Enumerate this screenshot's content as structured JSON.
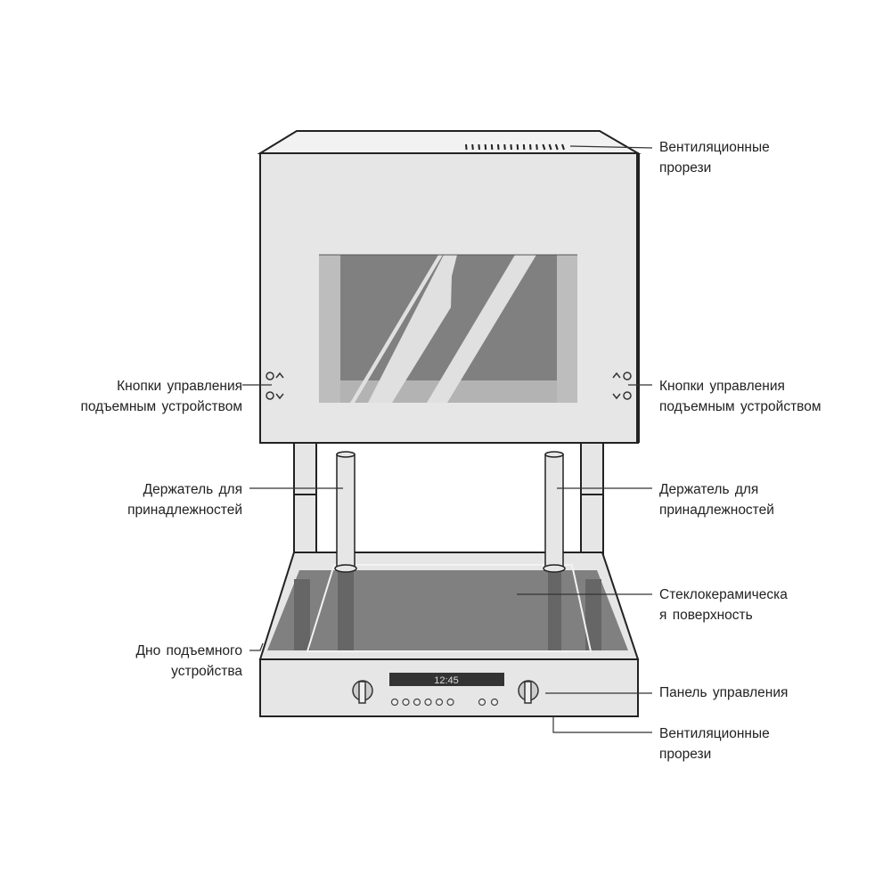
{
  "labels": {
    "vent_top": [
      "Вентиляционные",
      "прорези"
    ],
    "buttons_left": [
      "Кнопки управления",
      "подъемным устройством"
    ],
    "buttons_right": [
      "Кнопки управления",
      "подъемным устройством"
    ],
    "holder_left": [
      "Держатель для",
      "принадлежностей"
    ],
    "holder_right": [
      "Держатель для",
      "принадлежностей"
    ],
    "glass_ceramic": [
      "Стеклокерамическа",
      "я поверхность"
    ],
    "lift_bottom": [
      "Дно подъемного",
      "устройства"
    ],
    "control_panel": [
      "Панель управления"
    ],
    "vent_bottom": [
      "Вентиляционные",
      "прорези"
    ]
  },
  "display": {
    "time": "12:45"
  },
  "colors": {
    "body": "#e6e6e6",
    "glass": "#808080",
    "outline": "#222222",
    "frame": "#bdbdbd"
  }
}
